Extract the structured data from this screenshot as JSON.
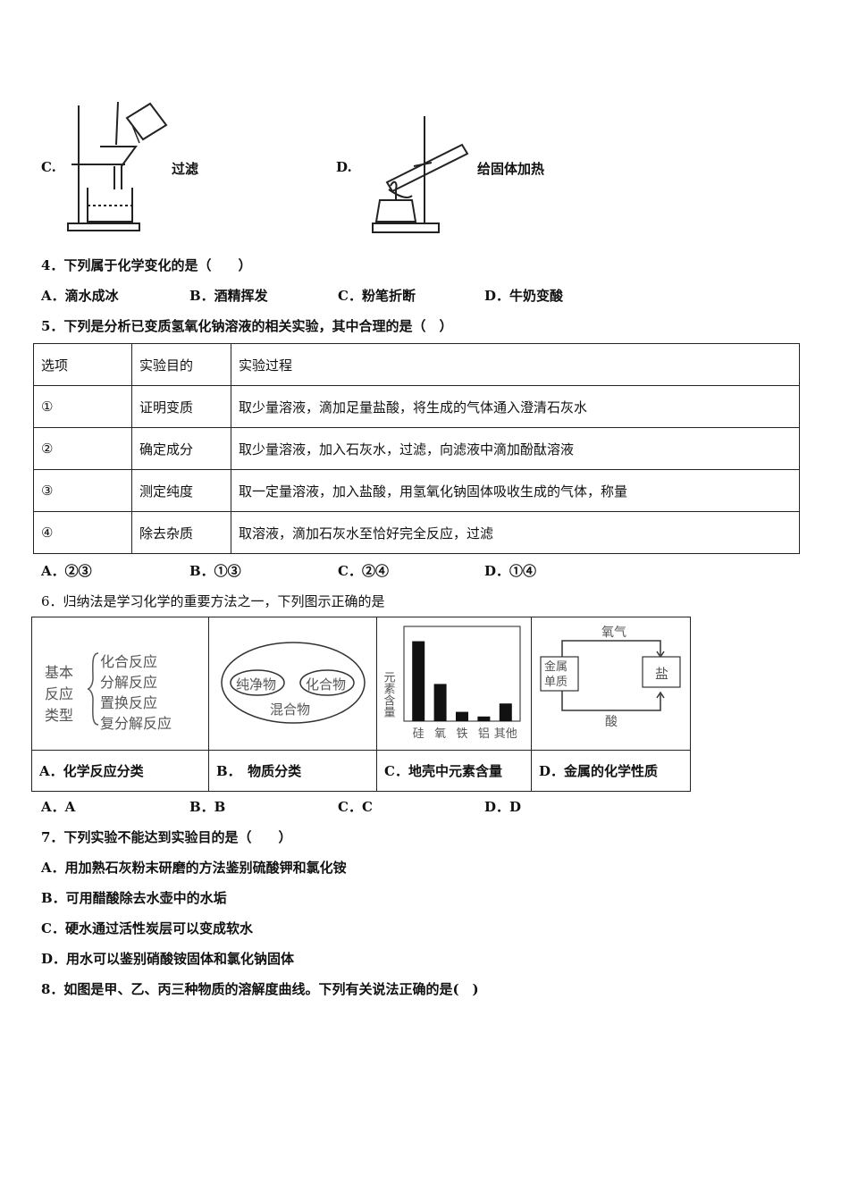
{
  "q3_options": {
    "c_letter": "C.",
    "c_label": "过滤",
    "d_letter": "D.",
    "d_label": "给固体加热"
  },
  "q4": {
    "stem": "4．下列属于化学变化的是（　　）",
    "options": [
      "A．滴水成冰",
      "B．酒精挥发",
      "C．粉笔折断",
      "D．牛奶变酸"
    ]
  },
  "q5": {
    "stem": "5．下列是分析已变质氢氧化钠溶液的相关实验，其中合理的是（　）",
    "headers": [
      "选项",
      "实验目的",
      "实验过程"
    ],
    "rows": [
      [
        "①",
        "证明变质",
        "取少量溶液，滴加足量盐酸，将生成的气体通入澄清石灰水"
      ],
      [
        "②",
        "确定成分",
        "取少量溶液，加入石灰水，过滤，向滤液中滴加酚酞溶液"
      ],
      [
        "③",
        "测定纯度",
        "取一定量溶液，加入盐酸，用氢氧化钠固体吸收生成的气体，称量"
      ],
      [
        "④",
        "除去杂质",
        "取溶液，滴加石灰水至恰好完全反应，过滤"
      ]
    ],
    "options": [
      "A．②③",
      "B．①③",
      "C．②④",
      "D．①④"
    ]
  },
  "q6": {
    "stem": "6．归纳法是学习化学的重要方法之一，下列图示正确的是",
    "fig_a": {
      "left_text": [
        "基本",
        "反应",
        "类型"
      ],
      "items": [
        "化合反应",
        "分解反应",
        "置换反应",
        "复分解反应"
      ],
      "caption": "A．化学反应分类"
    },
    "fig_b": {
      "inner_left": "纯净物",
      "inner_right": "化合物",
      "outer": "混合物",
      "caption": "B．　物质分类"
    },
    "fig_c": {
      "ylabel": "元素含量",
      "categories": [
        "硅",
        "氧",
        "铁",
        "铝",
        "其他"
      ],
      "caption": "C．地壳中元素含量"
    },
    "fig_d": {
      "top": "氧气",
      "left": "金属单质",
      "right": "盐",
      "bottom": "酸",
      "caption": "D．金属的化学性质"
    },
    "options": [
      "A．A",
      "B．B",
      "C．C",
      "D．D"
    ]
  },
  "chart_data": {
    "type": "bar",
    "categories": [
      "硅",
      "氧",
      "铁",
      "铝",
      "其他"
    ],
    "values": [
      86,
      40,
      10,
      5,
      19
    ],
    "ylabel": "元素含量",
    "title": "",
    "xlabel": ""
  },
  "q7": {
    "stem": "7．下列实验不能达到实验目的是（　　）",
    "options": [
      "A．用加熟石灰粉末研磨的方法鉴别硫酸钾和氯化铵",
      "B．可用醋酸除去水壶中的水垢",
      "C．硬水通过活性炭层可以变成软水",
      "D．用水可以鉴别硝酸铵固体和氯化钠固体"
    ]
  },
  "q8": {
    "stem": "8．如图是甲、乙、丙三种物质的溶解度曲线。下列有关说法正确的是(　)"
  }
}
